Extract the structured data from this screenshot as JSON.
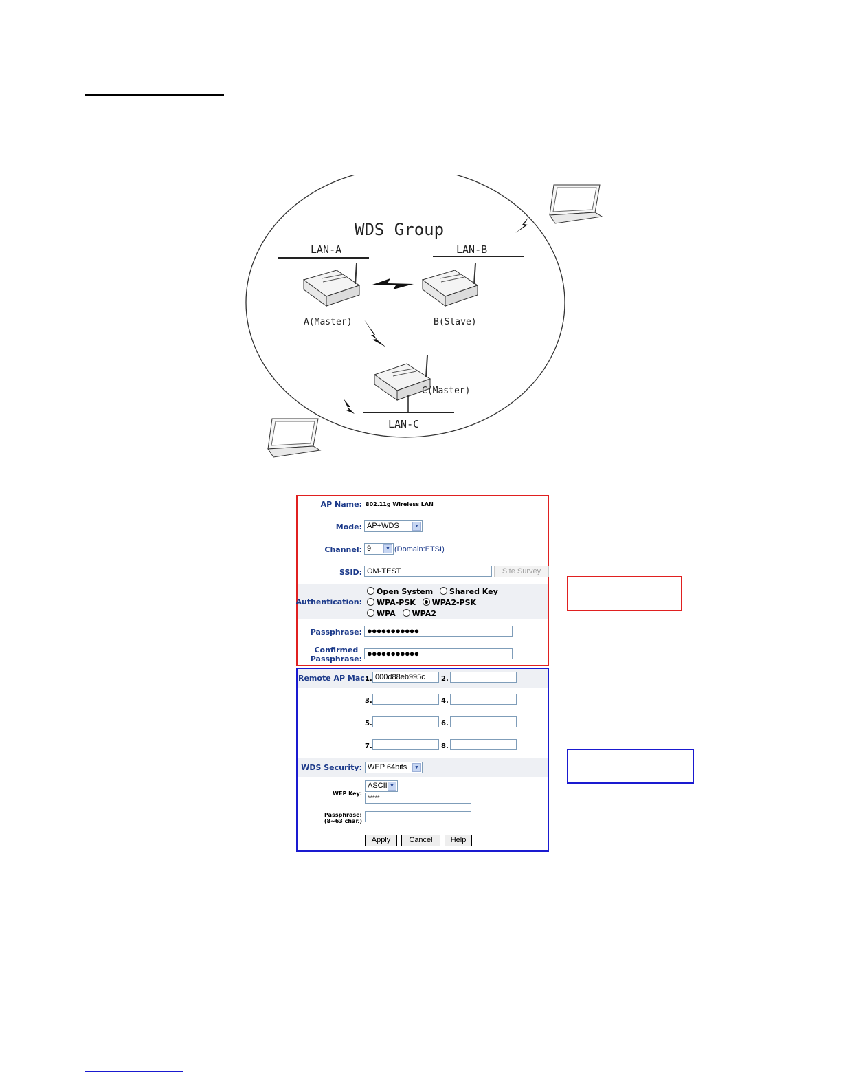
{
  "diagram": {
    "group_title": "WDS Group",
    "lan_a": "LAN-A",
    "lan_b": "LAN-B",
    "lan_c": "LAN-C",
    "node_a": "A(Master)",
    "node_b": "B(Slave)",
    "node_c": "C(Master)"
  },
  "form_basic": {
    "ap_name_label": "AP Name:",
    "ap_name_value": "802.11g Wireless LAN",
    "mode_label": "Mode:",
    "mode_value": "AP+WDS",
    "channel_label": "Channel:",
    "channel_value": "9",
    "channel_domain": "(Domain:ETSI)",
    "ssid_label": "SSID:",
    "ssid_value": "OM-TEST",
    "site_survey": "Site Survey",
    "auth_label": "Authentication:",
    "auth_options": {
      "open_system": "Open System",
      "shared_key": "Shared Key",
      "wpa_psk": "WPA-PSK",
      "wpa2_psk": "WPA2-PSK",
      "wpa": "WPA",
      "wpa2": "WPA2"
    },
    "auth_selected": "WPA2-PSK",
    "passphrase_label": "Passphrase:",
    "passphrase_value": "●●●●●●●●●●●",
    "confirmed_label_1": "Confirmed",
    "confirmed_label_2": "Passphrase:",
    "confirmed_value": "●●●●●●●●●●●"
  },
  "form_wds": {
    "remote_mac_label": "Remote AP Mac:",
    "mac_slots": [
      {
        "num": "1.",
        "value": "000d88eb995c"
      },
      {
        "num": "2.",
        "value": ""
      },
      {
        "num": "3.",
        "value": ""
      },
      {
        "num": "4.",
        "value": ""
      },
      {
        "num": "5.",
        "value": ""
      },
      {
        "num": "6.",
        "value": ""
      },
      {
        "num": "7.",
        "value": ""
      },
      {
        "num": "8.",
        "value": ""
      }
    ],
    "wds_security_label": "WDS Security:",
    "wds_security_value": "WEP 64bits",
    "wep_key_label": "WEP Key:",
    "wep_key_format": "ASCII",
    "wep_key_value": "*****",
    "passphrase_label_1": "Passphrase:",
    "passphrase_label_2": "(8~63 char.)",
    "passphrase_value": "",
    "apply": "Apply",
    "cancel": "Cancel",
    "help": "Help"
  }
}
